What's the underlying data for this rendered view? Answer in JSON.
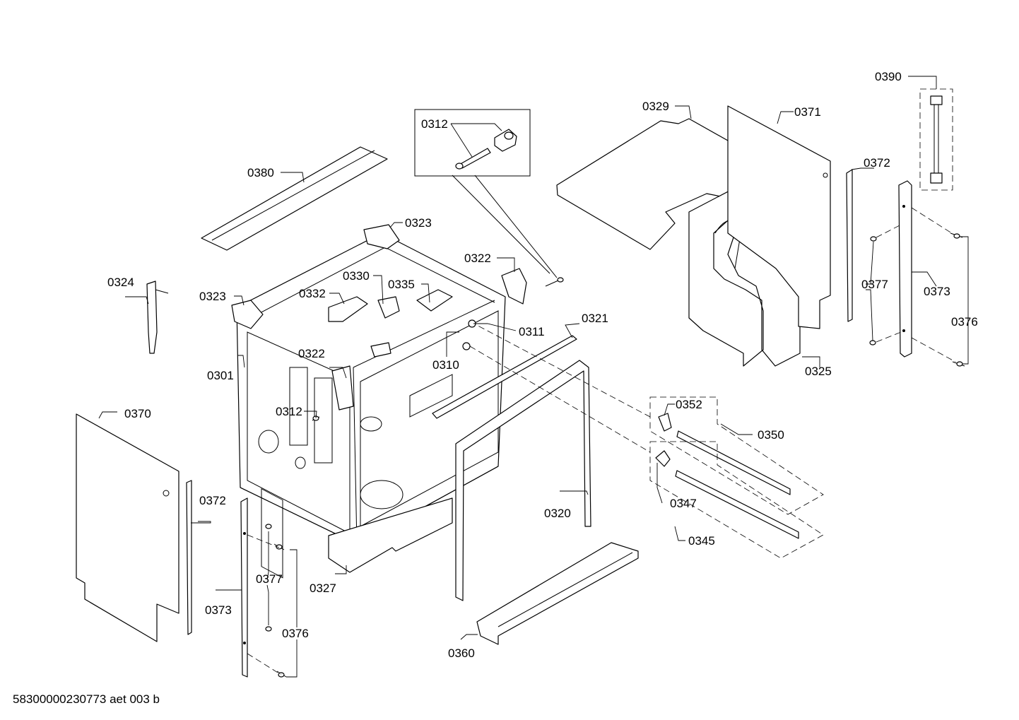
{
  "document": {
    "reference": "58300000230773 aet 003 b"
  },
  "labels": {
    "p0390": "0390",
    "p0329": "0329",
    "p0371": "0371",
    "p0372_right": "0372",
    "p0312_inset": "0312",
    "p0380": "0380",
    "p0323_top": "0323",
    "p0322_top": "0322",
    "p0324": "0324",
    "p0330": "0330",
    "p0323_left": "0323",
    "p0332": "0332",
    "p0335": "0335",
    "p0321": "0321",
    "p0311": "0311",
    "p0377_right": "0377",
    "p0373_right": "0373",
    "p0376_right": "0376",
    "p0301": "0301",
    "p0322_mid": "0322",
    "p0310": "0310",
    "p0325": "0325",
    "p0352": "0352",
    "p0370": "0370",
    "p0312_mid": "0312",
    "p0350": "0350",
    "p0372_left": "0372",
    "p0320": "0320",
    "p0347": "0347",
    "p0345": "0345",
    "p0377_left": "0377",
    "p0327": "0327",
    "p0373_left": "0373",
    "p0376_left": "0376",
    "p0360": "0360"
  }
}
